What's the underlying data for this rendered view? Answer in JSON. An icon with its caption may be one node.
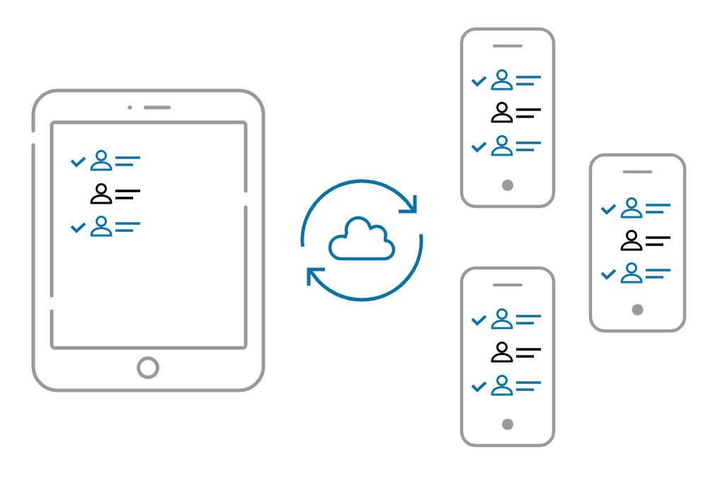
{
  "diagram": {
    "nodes": [
      {
        "text": [],
        "shape": "picture"
      },
      {
        "text": [],
        "shape": "cloud"
      },
      {
        "text": [],
        "shape": "picture"
      },
      {
        "text": [],
        "shape": "picture"
      },
      {
        "text": [],
        "shape": "picture"
      }
    ]
  }
}
